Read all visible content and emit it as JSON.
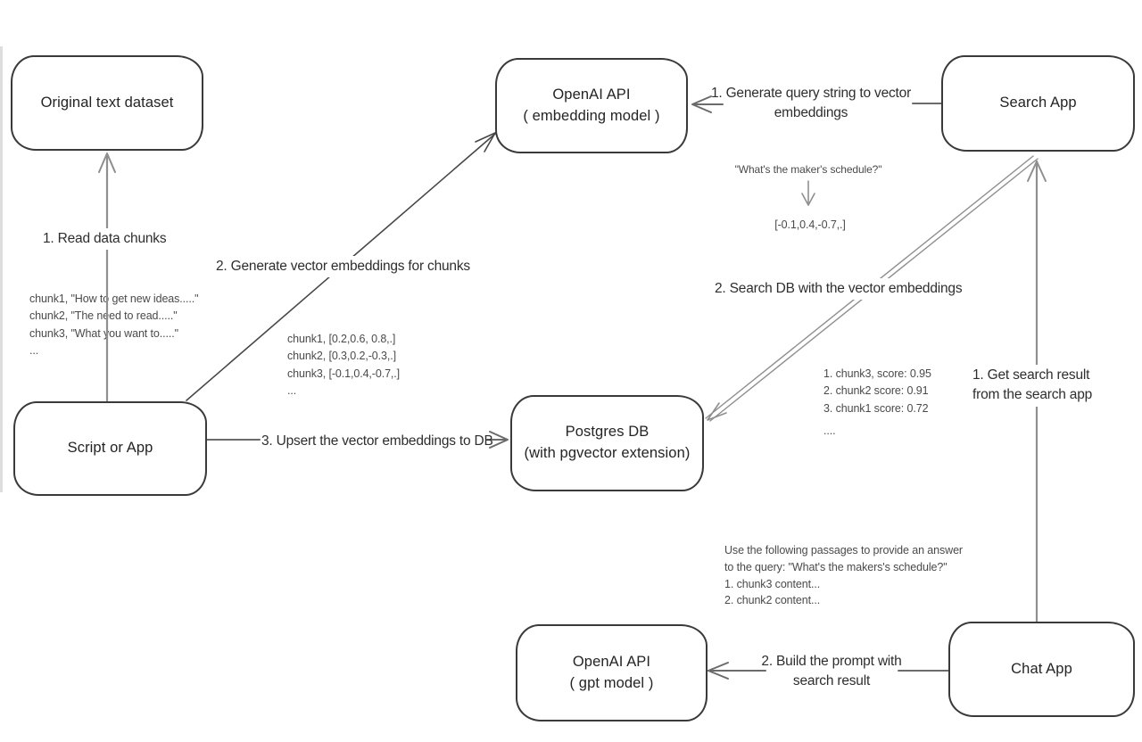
{
  "nodes": {
    "original_dataset": {
      "label": "Original text dataset"
    },
    "openai_embedding": {
      "line1": "OpenAI API",
      "line2": "( embedding model )"
    },
    "search_app": {
      "label": "Search App"
    },
    "script_app": {
      "label": "Script or App"
    },
    "postgres_db": {
      "line1": "Postgres DB",
      "line2": "(with pgvector extension)"
    },
    "openai_gpt": {
      "line1": "OpenAI API",
      "line2": "( gpt model )"
    },
    "chat_app": {
      "label": "Chat App"
    }
  },
  "edges": {
    "read_chunks": {
      "label": "1. Read data chunks"
    },
    "generate_embeddings": {
      "label": "2. Generate vector embeddings for chunks"
    },
    "upsert": {
      "label": "3. Upsert the vector embeddings  to DB"
    },
    "query_to_vector": {
      "line1": "1. Generate query string to vector",
      "line2": "embeddings"
    },
    "search_db": {
      "label": "2. Search DB with the vector embeddings"
    },
    "get_search_result": {
      "line1": "1. Get search result",
      "line2": "from the search app"
    },
    "build_prompt": {
      "line1": "2. Build the prompt with",
      "line2": "search result"
    }
  },
  "annotations": {
    "chunk_texts": [
      "chunk1, \"How to get new ideas.....\"",
      "chunk2, \"The need to read.....\"",
      "chunk3, \"What you want to.....\"",
      "..."
    ],
    "chunk_vectors": [
      "chunk1, [0.2,0.6, 0.8,.]",
      "chunk2, [0.3,0.2,-0.3,.]",
      "chunk3, [-0.1,0.4,-0.7,.]",
      "..."
    ],
    "query_example": {
      "question": "\"What's the maker's schedule?\"",
      "vector": "[-0.1,0.4,-0.7,.]"
    },
    "search_scores": [
      "1. chunk3, score: 0.95",
      "2. chunk2 score: 0.91",
      "3. chunk1 score: 0.72",
      "...."
    ],
    "prompt_example": [
      "Use the following passages to provide an answer",
      "to the query: \"What's the makers's schedule?\"",
      "1. chunk3 content...",
      "2. chunk2 content..."
    ]
  },
  "colors": {
    "ink": "#3a3a3a",
    "line_gray": "#8f8f8f",
    "line_dark": "#474747",
    "background": "#ffffff"
  }
}
